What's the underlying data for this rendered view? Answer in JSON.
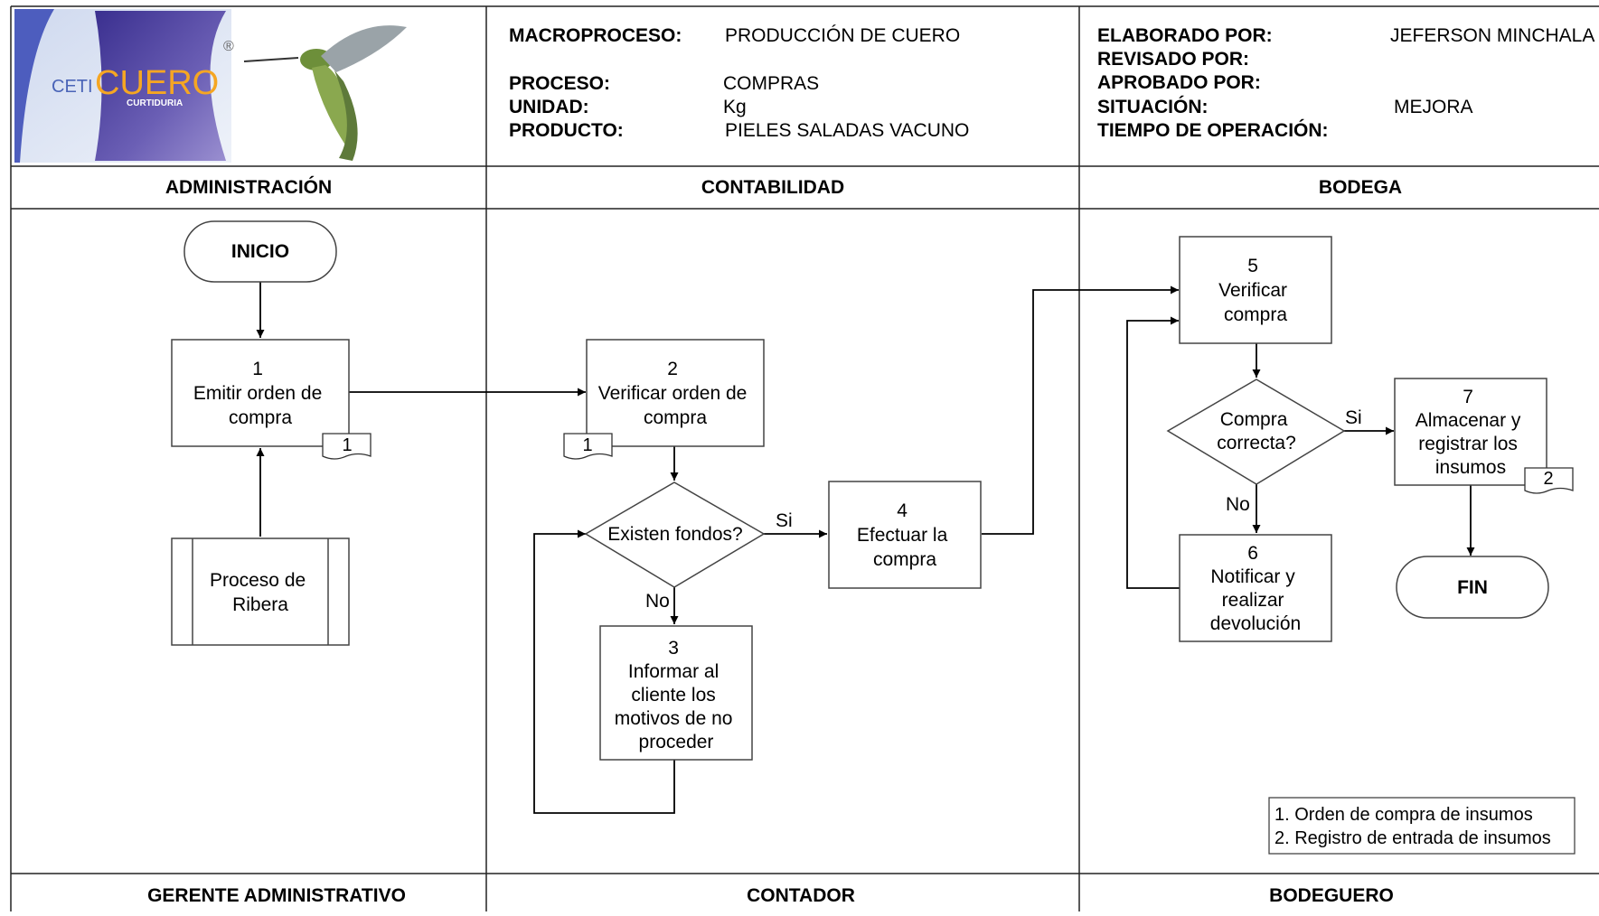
{
  "logo": {
    "text_ceti": "CETI",
    "text_cuero": "CUERO",
    "text_curtiduria": "CURTIDURIA",
    "registered": "®"
  },
  "header": {
    "middle": [
      {
        "label": "MACROPROCESO:",
        "value": "PRODUCCIÓN DE CUERO"
      },
      {
        "label": "PROCESO:",
        "value": "COMPRAS"
      },
      {
        "label": "UNIDAD:",
        "value": "Kg"
      },
      {
        "label": "PRODUCTO:",
        "value": "PIELES SALADAS VACUNO"
      }
    ],
    "right": [
      {
        "label": "ELABORADO POR:",
        "value": "JEFERSON MINCHALA"
      },
      {
        "label": "REVISADO POR:",
        "value": ""
      },
      {
        "label": "APROBADO POR:",
        "value": ""
      },
      {
        "label": "SITUACIÓN:",
        "value": "MEJORA"
      },
      {
        "label": "TIEMPO DE OPERACIÓN:",
        "value": ""
      }
    ]
  },
  "lanes": [
    {
      "title": "ADMINISTRACIÓN",
      "responsible": "GERENTE ADMINISTRATIVO"
    },
    {
      "title": "CONTABILIDAD",
      "responsible": "CONTADOR"
    },
    {
      "title": "BODEGA",
      "responsible": "BODEGUERO"
    }
  ],
  "nodes": {
    "inicio": "INICIO",
    "fin": "FIN",
    "subprocess": [
      "Proceso de",
      "Ribera"
    ],
    "step1": [
      "1",
      "Emitir orden de",
      "compra"
    ],
    "step2": [
      "2",
      "Verificar orden de",
      "compra"
    ],
    "decision_fondos": "Existen fondos?",
    "step3": [
      "3",
      "Informar al",
      "cliente los",
      "motivos de no",
      "proceder"
    ],
    "step4": [
      "4",
      "Efectuar la",
      "compra"
    ],
    "step5": [
      "5",
      "Verificar",
      "compra"
    ],
    "decision_compra": [
      "Compra",
      "correcta?"
    ],
    "step6": [
      "6",
      "Notificar y",
      "realizar",
      "devolución"
    ],
    "step7": [
      "7",
      "Almacenar y",
      "registrar los",
      "insumos"
    ]
  },
  "doc_refs": {
    "doc1_a": "1",
    "doc1_b": "1",
    "doc2": "2"
  },
  "edge_labels": {
    "si_1": "Si",
    "no_1": "No",
    "si_2": "Si",
    "no_2": "No"
  },
  "legend": [
    "1. Orden de compra de insumos",
    "2. Registro de entrada de insumos"
  ]
}
